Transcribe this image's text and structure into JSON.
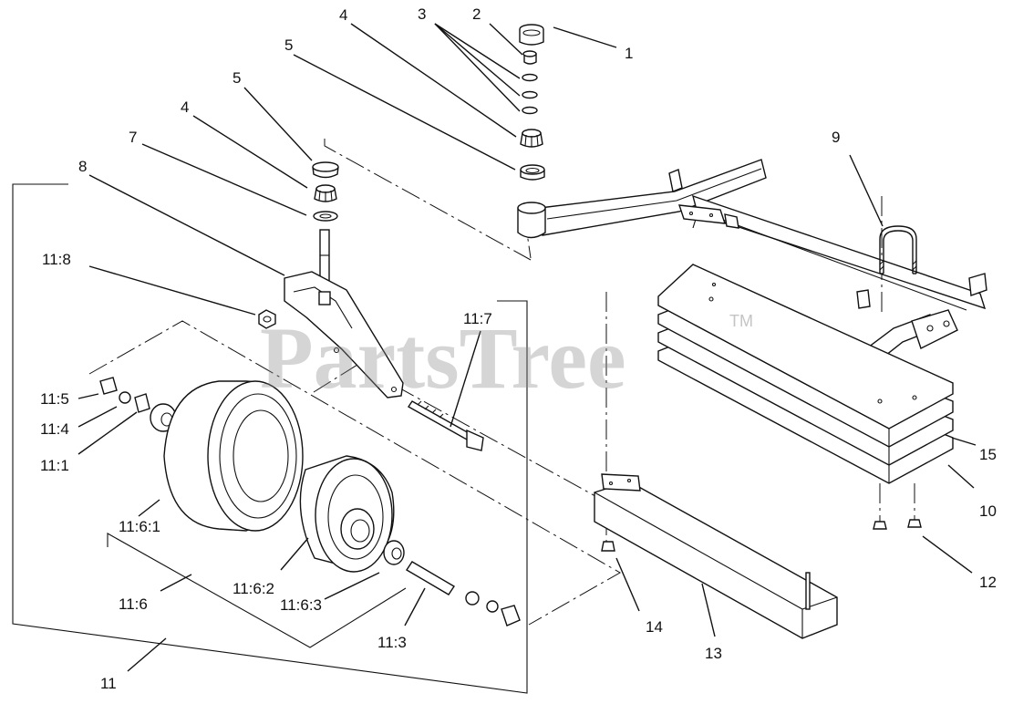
{
  "watermark": {
    "text": "PartsTree",
    "trademark": "TM"
  },
  "callouts": {
    "c1": "1",
    "c2": "2",
    "c3": "3",
    "c4a": "4",
    "c4b": "4",
    "c5a": "5",
    "c5b": "5",
    "c7": "7",
    "c8": "8",
    "c9": "9",
    "c10": "10",
    "c11": "11",
    "c12": "12",
    "c13": "13",
    "c14": "14",
    "c15": "15",
    "c11_1": "11:1",
    "c11_3": "11:3",
    "c11_4": "11:4",
    "c11_5": "11:5",
    "c11_6": "11:6",
    "c11_6_1": "11:6:1",
    "c11_6_2": "11:6:2",
    "c11_6_3": "11:6:3",
    "c11_7": "11:7",
    "c11_8": "11:8"
  }
}
